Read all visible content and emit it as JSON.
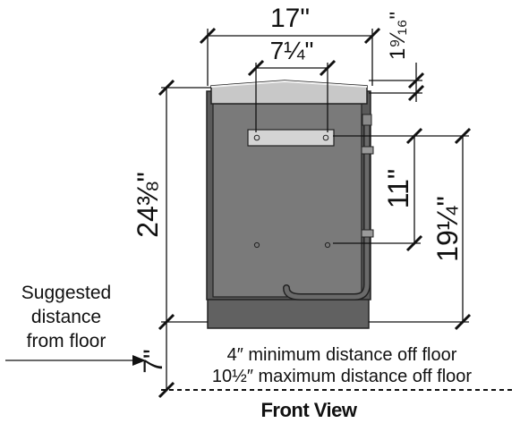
{
  "dimensions": {
    "width_top": "17\"",
    "lid_height": "1⁹⁄₁₆\"",
    "bracket_spacing": "7¼\"",
    "overall_height": "24⅜\"",
    "mount_height": "11\"",
    "mount_to_base": "19¼\"",
    "floor_distance": "7\""
  },
  "notes": {
    "suggested": [
      "Suggested",
      "distance",
      "from floor"
    ],
    "minimum": "4″ minimum distance off floor",
    "maximum": "10½″ maximum distance off floor"
  },
  "title": "Front View",
  "colors": {
    "body_outer": "#5c5c5c",
    "body_inner": "#7b7b7b",
    "lid": "#c7c7c7",
    "bracket": "#d4d4d4",
    "line": "#111111"
  }
}
